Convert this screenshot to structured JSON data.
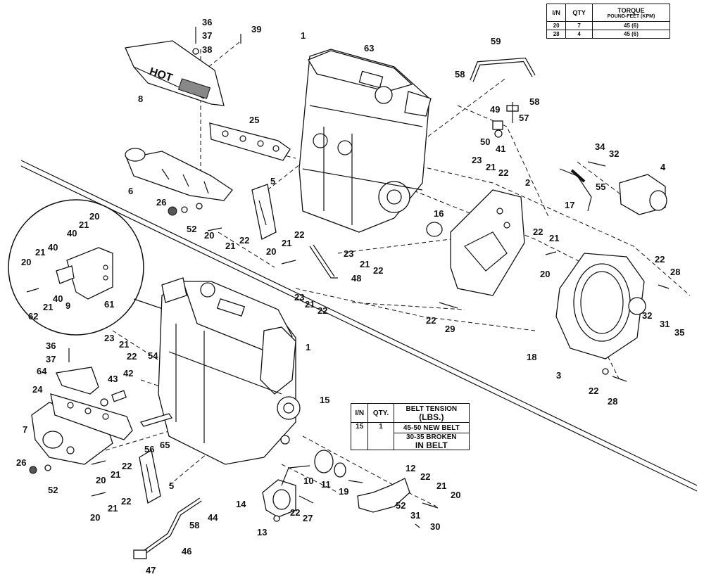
{
  "torque_table": {
    "headers": [
      "I/N",
      "QTY",
      "TORQUE",
      "POUND-FEET (KPM)"
    ],
    "rows": [
      {
        "in": "20",
        "qty": "7",
        "torque": "45 (6)"
      },
      {
        "in": "28",
        "qty": "4",
        "torque": "45 (6)"
      }
    ]
  },
  "belt_table": {
    "headers": [
      "I/N",
      "QTY.",
      "BELT TENSION",
      "(LBS.)"
    ],
    "row": {
      "in": "15",
      "qty": "1",
      "new": "45-50 NEW BELT",
      "broken_1": "30-35 BROKEN",
      "broken_2": "IN BELT"
    }
  },
  "decal_text": "HOT",
  "callouts": [
    {
      "id": "c1",
      "n": "36"
    },
    {
      "id": "c2",
      "n": "37"
    },
    {
      "id": "c3",
      "n": "38"
    },
    {
      "id": "c4",
      "n": "39"
    },
    {
      "id": "c5",
      "n": "8"
    },
    {
      "id": "c6",
      "n": "1"
    },
    {
      "id": "c7",
      "n": "63"
    },
    {
      "id": "c8",
      "n": "59"
    },
    {
      "id": "c9",
      "n": "58"
    },
    {
      "id": "c10",
      "n": "58"
    },
    {
      "id": "c11",
      "n": "49"
    },
    {
      "id": "c12",
      "n": "57"
    },
    {
      "id": "c13",
      "n": "50"
    },
    {
      "id": "c14",
      "n": "41"
    },
    {
      "id": "c15",
      "n": "25"
    },
    {
      "id": "c16",
      "n": "6"
    },
    {
      "id": "c17",
      "n": "5"
    },
    {
      "id": "c18",
      "n": "26"
    },
    {
      "id": "c19",
      "n": "52"
    },
    {
      "id": "c20",
      "n": "20"
    },
    {
      "id": "c21",
      "n": "21"
    },
    {
      "id": "c22",
      "n": "22"
    },
    {
      "id": "c23",
      "n": "20"
    },
    {
      "id": "c24",
      "n": "21"
    },
    {
      "id": "c25",
      "n": "22"
    },
    {
      "id": "c26",
      "n": "48"
    },
    {
      "id": "c27",
      "n": "23"
    },
    {
      "id": "c28",
      "n": "21"
    },
    {
      "id": "c29",
      "n": "22"
    },
    {
      "id": "c30",
      "n": "23"
    },
    {
      "id": "c31",
      "n": "21"
    },
    {
      "id": "c32",
      "n": "22"
    },
    {
      "id": "c33",
      "n": "16"
    },
    {
      "id": "c34",
      "n": "23"
    },
    {
      "id": "c35",
      "n": "21"
    },
    {
      "id": "c36",
      "n": "22"
    },
    {
      "id": "c37",
      "n": "2"
    },
    {
      "id": "c38",
      "n": "34"
    },
    {
      "id": "c39",
      "n": "32"
    },
    {
      "id": "c40",
      "n": "4"
    },
    {
      "id": "c41",
      "n": "17"
    },
    {
      "id": "c42",
      "n": "55"
    },
    {
      "id": "c43",
      "n": "22"
    },
    {
      "id": "c44",
      "n": "21"
    },
    {
      "id": "c45",
      "n": "20"
    },
    {
      "id": "c46",
      "n": "22"
    },
    {
      "id": "c47",
      "n": "28"
    },
    {
      "id": "c48",
      "n": "32"
    },
    {
      "id": "c49",
      "n": "31"
    },
    {
      "id": "c50",
      "n": "35"
    },
    {
      "id": "c51",
      "n": "22"
    },
    {
      "id": "c52",
      "n": "29"
    },
    {
      "id": "c53",
      "n": "18"
    },
    {
      "id": "c54",
      "n": "3"
    },
    {
      "id": "c55",
      "n": "22"
    },
    {
      "id": "c56",
      "n": "28"
    },
    {
      "id": "c57",
      "n": "20"
    },
    {
      "id": "c58",
      "n": "21"
    },
    {
      "id": "c59",
      "n": "40"
    },
    {
      "id": "c60",
      "n": "40"
    },
    {
      "id": "c61",
      "n": "21"
    },
    {
      "id": "c62",
      "n": "20"
    },
    {
      "id": "c63",
      "n": "40"
    },
    {
      "id": "c64",
      "n": "9"
    },
    {
      "id": "c65",
      "n": "61"
    },
    {
      "id": "c66",
      "n": "62"
    },
    {
      "id": "c67",
      "n": "21"
    },
    {
      "id": "c68",
      "n": "23"
    },
    {
      "id": "c69",
      "n": "21"
    },
    {
      "id": "c70",
      "n": "22"
    },
    {
      "id": "c71",
      "n": "1"
    },
    {
      "id": "c72",
      "n": "36"
    },
    {
      "id": "c73",
      "n": "37"
    },
    {
      "id": "c74",
      "n": "64"
    },
    {
      "id": "c75",
      "n": "54"
    },
    {
      "id": "c76",
      "n": "42"
    },
    {
      "id": "c77",
      "n": "43"
    },
    {
      "id": "c78",
      "n": "24"
    },
    {
      "id": "c79",
      "n": "7"
    },
    {
      "id": "c80",
      "n": "15"
    },
    {
      "id": "c81",
      "n": "56"
    },
    {
      "id": "c82",
      "n": "65"
    },
    {
      "id": "c83",
      "n": "26"
    },
    {
      "id": "c84",
      "n": "52"
    },
    {
      "id": "c85",
      "n": "20"
    },
    {
      "id": "c86",
      "n": "21"
    },
    {
      "id": "c87",
      "n": "22"
    },
    {
      "id": "c88",
      "n": "5"
    },
    {
      "id": "c89",
      "n": "20"
    },
    {
      "id": "c90",
      "n": "21"
    },
    {
      "id": "c91",
      "n": "22"
    },
    {
      "id": "c92",
      "n": "10"
    },
    {
      "id": "c93",
      "n": "11"
    },
    {
      "id": "c94",
      "n": "19"
    },
    {
      "id": "c95",
      "n": "12"
    },
    {
      "id": "c96",
      "n": "22"
    },
    {
      "id": "c97",
      "n": "21"
    },
    {
      "id": "c98",
      "n": "20"
    },
    {
      "id": "c99",
      "n": "14"
    },
    {
      "id": "c100",
      "n": "22"
    },
    {
      "id": "c101",
      "n": "27"
    },
    {
      "id": "c102",
      "n": "13"
    },
    {
      "id": "c103",
      "n": "44"
    },
    {
      "id": "c104",
      "n": "58"
    },
    {
      "id": "c105",
      "n": "52"
    },
    {
      "id": "c106",
      "n": "31"
    },
    {
      "id": "c107",
      "n": "30"
    },
    {
      "id": "c108",
      "n": "46"
    },
    {
      "id": "c109",
      "n": "47"
    }
  ]
}
